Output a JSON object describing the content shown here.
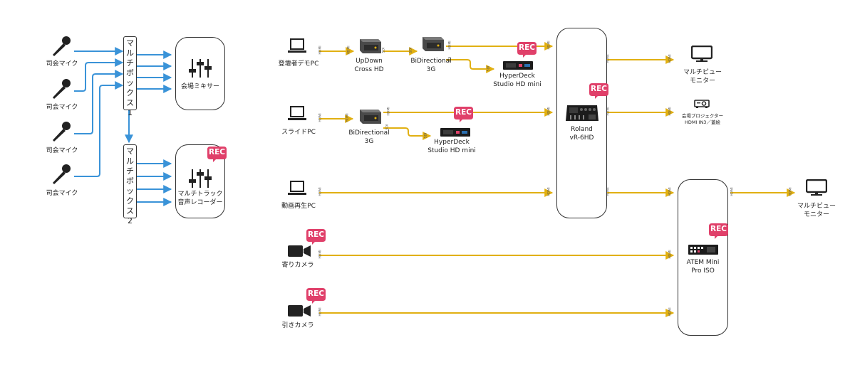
{
  "nodes": {
    "mic": "司会マイク",
    "mixer": "会場ミキサー",
    "recorder": "マルチトラック\n音声レコーダー",
    "box1": "マルチボックス1",
    "box2": "マルチボックス2",
    "pc_demo": "登壇者デモPC",
    "pc_slide": "スライドPC",
    "pc_video": "動画再生PC",
    "cam_near": "寄りカメラ",
    "cam_far": "引きカメラ",
    "multiview": "マルチビュー\nモニター",
    "projector": "会場プロジェクター\nHDMI IN3／蓋絵"
  },
  "devices": {
    "updown": "UpDown\nCross HD",
    "bidir": "BiDirectional\n3G",
    "hyperdeck": "HyperDeck\nStudio HD mini",
    "roland": "Roland\nvR-6HD",
    "atem": "ATEM Mini\nPro ISO"
  },
  "rec": "REC",
  "ports": {
    "hdmi": "HDMI",
    "sdi": "SDI"
  },
  "colors": {
    "audio": "#3a93d8",
    "video": "#e1b012",
    "rec": "#e0406a",
    "icon": "#222222"
  },
  "icons": [
    "microphone-icon",
    "laptop-icon",
    "video-camera-icon",
    "monitor-icon",
    "projector-icon",
    "mixer-sliders-icon",
    "rec-badge"
  ]
}
